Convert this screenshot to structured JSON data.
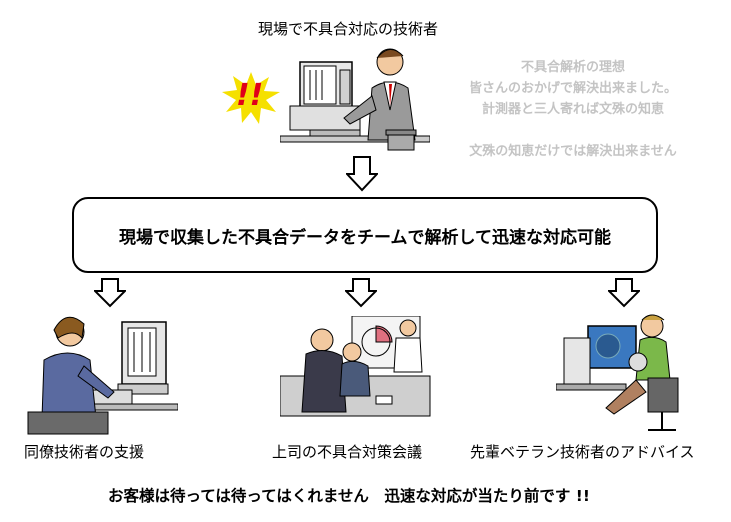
{
  "top_caption": "現場で不具合対応の技術者",
  "ideal_lines": [
    "不具合解析の理想",
    "皆さんのおかげで解決出来ました。",
    "計測器と三人寄れば文殊の知恵",
    "",
    "文殊の知恵だけでは解決出来ません"
  ],
  "alert_text": "!!",
  "main_box_text": "現場で収集した不具合データをチームで解析して迅速な対応可能",
  "bottom_captions": [
    "同僚技術者の支援",
    "上司の不具合対策会議",
    "先輩ベテラン技術者のアドバイス"
  ],
  "footer_text": "お客様は待っては待ってはくれません　迅速な対応が当たり前です !!",
  "colors": {
    "alert_burst": "#f5e000",
    "alert_text": "#e0001a",
    "ideal_text": "#c4c4c4"
  }
}
